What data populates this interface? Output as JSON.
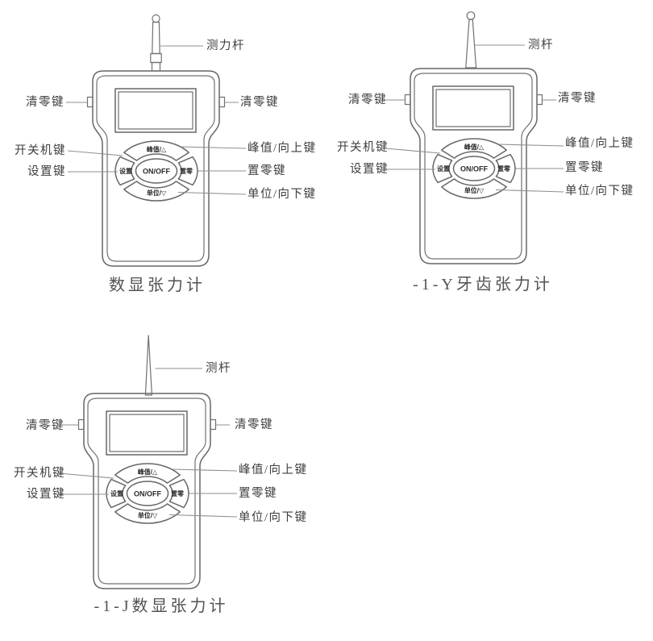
{
  "figures": [
    {
      "caption": "数显张力计",
      "labels": {
        "antenna": "测力杆",
        "clear_left": "清零键",
        "clear_right": "清零键",
        "power": "开关机键",
        "settings": "设置键",
        "peak_up": "峰值/向上键",
        "zero": "置零键",
        "unit_down": "单位/向下键"
      },
      "pad": {
        "top": "峰值/△",
        "left": "设置",
        "center": "ON/OFF",
        "right": "置零",
        "bottom": "单位/▽"
      }
    },
    {
      "caption": "-1-Y牙齿张力计",
      "labels": {
        "antenna": "测杆",
        "clear_left": "清零键",
        "clear_right": "清零键",
        "power": "开关机键",
        "settings": "设置键",
        "peak_up": "峰值/向上键",
        "zero": "置零键",
        "unit_down": "单位/向下键"
      },
      "pad": {
        "top": "峰值/△",
        "left": "设置",
        "center": "ON/OFF",
        "right": "置零",
        "bottom": "单位/▽"
      }
    },
    {
      "caption": "-1-J数显张力计",
      "labels": {
        "antenna": "测杆",
        "clear_left": "清零键",
        "clear_right": "清零键",
        "power": "开关机键",
        "settings": "设置键",
        "peak_up": "峰值/向上键",
        "zero": "置零键",
        "unit_down": "单位/向下键"
      },
      "pad": {
        "top": "峰值/△",
        "left": "设置",
        "center": "ON/OFF",
        "right": "置零",
        "bottom": "单位/▽"
      }
    }
  ]
}
